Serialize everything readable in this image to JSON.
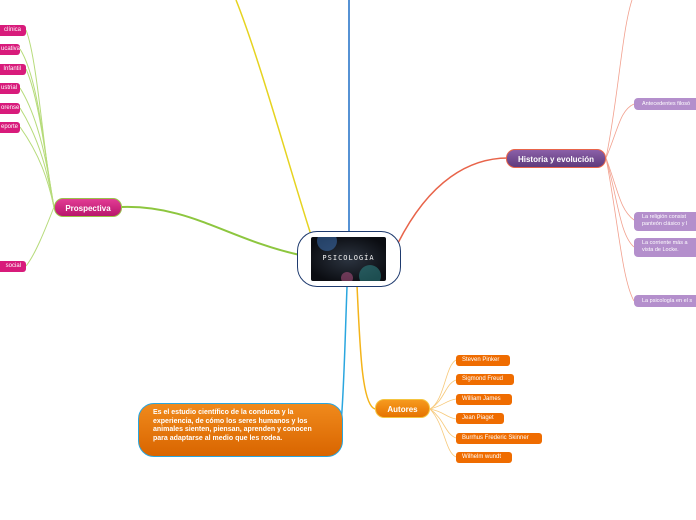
{
  "center": {
    "title": "PSICOLOGÍA"
  },
  "prospectiva": {
    "label": "Prospectiva",
    "items": [
      "clínica",
      "ucativa",
      "Infantil",
      "ustrial",
      "orense",
      "eporte",
      "social"
    ]
  },
  "historia": {
    "label": "Historia y evolución",
    "items": [
      "Antecedentes filosó",
      "La religión consist",
      "panteón clásico y l",
      "La corriente más a",
      "vista de Locke.",
      "La psicología en el s"
    ]
  },
  "autores": {
    "label": "Autores",
    "items": [
      "Steven Pinker",
      "Sigmond Freud",
      "William James",
      "Jean Piaget",
      "Burrhus Frederic Skinner",
      "Wilhelm wundt"
    ]
  },
  "definicion": {
    "text": "Es el estudio científico de la conducta y la experiencia, de cómo los seres humanos y los animales sienten, piensan, aprenden y conocen para adaptarse al medio que les rodea."
  },
  "colors": {
    "prospectiva_link": "#8dc63f",
    "historia_link": "#e8644a",
    "autores_link": "#f4b41a",
    "definicion_link": "#2aa6df",
    "top_left_link": "#e6d320",
    "top_link": "#1f6fc5"
  }
}
